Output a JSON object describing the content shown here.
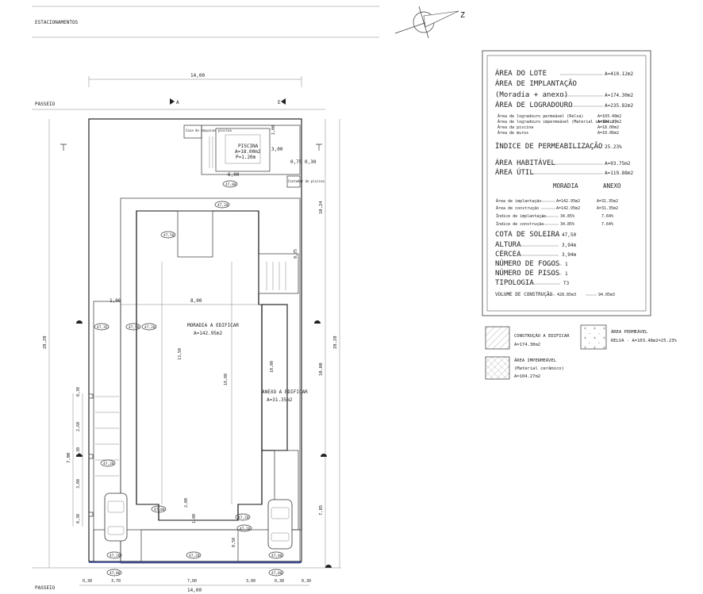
{
  "header": {
    "street_top": "ESTACIONAMENTOS"
  },
  "north": {
    "label": "Z"
  },
  "plan": {
    "passeio_top": "PASSEIO",
    "passeio_bottom": "PASSEIO",
    "cut_a": "A",
    "cut_e": "E",
    "building_main": {
      "title": "MORADIA A EDIFICAR",
      "area": "A=142.95m2"
    },
    "building_annex": {
      "title": "ANEXO A EDIFICAR",
      "area": "A=31.35m2"
    },
    "pool_label": "PISCINA",
    "pool_area": "A=18.00m2",
    "pool_depth": "P=1.20m",
    "pool_machine": "Casa de máquinas piscina",
    "utility_box": "Contador de piscina",
    "dims": {
      "top_width": "14,00",
      "bottom_width": "14,00",
      "left_total": "28,28",
      "right_total": "28,28",
      "right_upper": "10,24",
      "right_mid": "10,00",
      "right_lower": "7,85",
      "left_park": "7,00",
      "left_a": "0,30",
      "left_b": "2,60",
      "left_c": "3,00",
      "left_d": "0,30",
      "left_e": "0,30",
      "house_width": "8,00",
      "house_height": "18,00",
      "main_height": "13,50",
      "annex_height": "10,00",
      "pool_w": "6,00",
      "pool_h": "3,00",
      "step_1": "1,00",
      "step_2": "0,70",
      "step_3": "0,75",
      "step_4": "0,30",
      "bot_1": "0,30",
      "bot_2": "3,70",
      "bot_3": "7,00",
      "bot_4": "3,00",
      "bot_5": "0,30",
      "bot_6": "0,30",
      "mid_1": "1,00",
      "mid_2": "2,00",
      "mid_3": "1,00",
      "mid_4": "0,50"
    },
    "levels": {
      "l1": "47,00",
      "l2": "47,20",
      "l3": "47,50",
      "l4": "47,35",
      "l5": "47,50",
      "l6": "47,20",
      "l7": "47,20",
      "l8": "47,00",
      "l9": "47,20",
      "l10": "47,20",
      "l11": "47,20",
      "l12": "47,00",
      "l13": "47,00",
      "l14": "47,00",
      "l15": "47,20"
    }
  },
  "table": {
    "area_lote": {
      "label": "ÁREA DO LOTE",
      "value": "A=410.12m2"
    },
    "area_implantacao": {
      "label": "ÁREA DE IMPLANTAÇÃO",
      "sub": "(Moradia + anexo)",
      "value": "A=174.30m2"
    },
    "area_logradouro": {
      "label": "ÁREA DE LOGRADOURO",
      "value": "A=235.82m2"
    },
    "details": [
      {
        "label": "Área de logradouro permeável (Relva)",
        "value": "A=103.48m2"
      },
      {
        "label": "Área de logradouro impermeável (Material cerâmico)",
        "value": "A=104.27m2"
      },
      {
        "label": "Área da piscina",
        "value": "A=18.00m2"
      },
      {
        "label": "Área de muros",
        "value": "A=10.06m2"
      }
    ],
    "indice_permeabilizacao": {
      "label": "ÍNDICE DE PERMEABILIZAÇÃO",
      "value": "25.23%"
    },
    "area_habitavel": {
      "label": "ÁREA HABITÁVEL",
      "value": "A=93.75m2"
    },
    "area_util": {
      "label": "ÁREA ÚTIL",
      "value": "A=119.88m2"
    },
    "col_moradia": "MORADIA",
    "col_anexo": "ANEXO",
    "rows": [
      {
        "label": "Área de implantação",
        "moradia": "A=142.95m2",
        "anexo": "A=31.35m2"
      },
      {
        "label": "Área de construção",
        "moradia": "A=142.95m2",
        "anexo": "A=31.35m2"
      },
      {
        "label": "Índice de implantação",
        "moradia": "34.85%",
        "anexo": "7.64%"
      },
      {
        "label": "Índice de construção",
        "moradia": "34.85%",
        "anexo": "7.64%"
      }
    ],
    "cota_soleira": {
      "label": "COTA DE SOLEIRA",
      "value": "47,50"
    },
    "altura": {
      "label": "ALTURA",
      "value": "3,94m"
    },
    "cercea": {
      "label": "CÉRCEA",
      "value": "3,94m"
    },
    "numero_fogos": {
      "label": "NÚMERO DE FOGOS",
      "value": "1"
    },
    "numero_pisos": {
      "label": "NÚMERO DE PISOS",
      "value": "1"
    },
    "tipologia": {
      "label": "TIPOLOGIA",
      "value": "T3"
    },
    "volume": {
      "label": "VOLUME DE CONSTRUÇÃO",
      "moradia": "428.85m3",
      "anexo": "94.05m3"
    }
  },
  "legend": [
    {
      "title": "CONSTRUÇÃO A EDIFICAR",
      "area": "A=174.30m2"
    },
    {
      "title": "ÁREA IMPERMEÁVEL",
      "sub": "(Material cerâmico)",
      "area": "A=104.27m2"
    },
    {
      "title": "ÁREA PERMEÁVEL",
      "sub": "RELVA - A=103.48m2=25.23%"
    }
  ]
}
